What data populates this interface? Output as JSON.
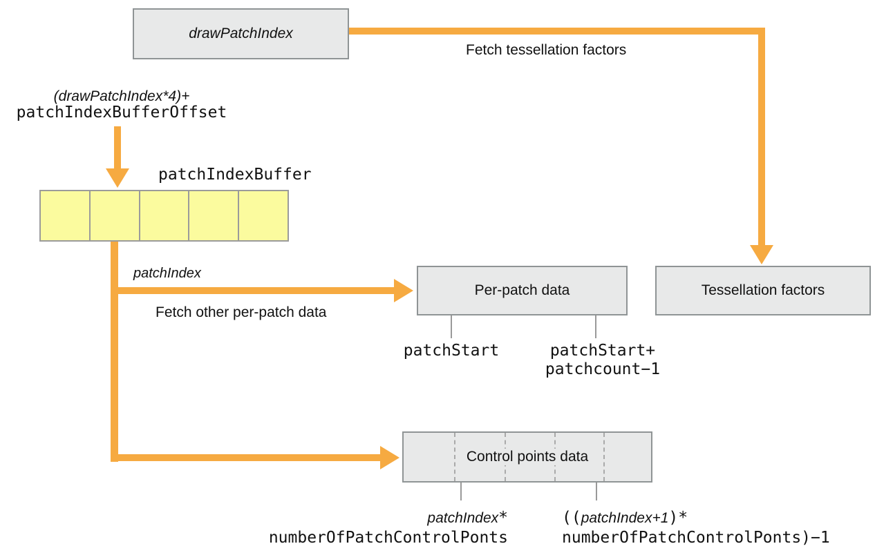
{
  "diagram": {
    "boxes": {
      "drawPatchIndex": "drawPatchIndex",
      "perPatchData": "Per-patch data",
      "tessellationFactors": "Tessellation factors",
      "controlPointsData": "Control points data"
    },
    "buffer": {
      "label": "patchIndexBuffer",
      "cellCount": 5
    },
    "arrowLabels": {
      "fetchTessellation": "Fetch tessellation factors",
      "fetchPerPatch": "Fetch other per-patch data"
    },
    "annotations": {
      "offsetLine1": "(drawPatchIndex*4)+",
      "offsetLine2": "patchIndexBufferOffset",
      "patchIndex": "patchIndex",
      "patchStart": "patchStart",
      "patchStartPlusLine1": "patchStart+",
      "patchStartPlusLine2": "patchcount−1",
      "cpLeftItalic": "patchIndex",
      "cpLeftOp": "*",
      "cpLeftLine2": "numberOfPatchControlPonts",
      "cpRightOpen": "((",
      "cpRightItalic": "patchIndex+1",
      "cpRightClose": ")*",
      "cpRightLine2": "numberOfPatchControlPonts)−1"
    },
    "icons": {
      "arrows": [
        "arrow-fetch-tessellation",
        "arrow-buffer-offset",
        "arrow-fetch-per-patch",
        "arrow-fetch-control-points"
      ]
    },
    "colors": {
      "arrow": "#F6AA41",
      "boxFill": "#E8E9E9",
      "boxBorder": "#8F9495",
      "bufferFill": "#FBFB9E",
      "bufferBorder": "#9B9B9B",
      "tick": "#999999"
    }
  }
}
